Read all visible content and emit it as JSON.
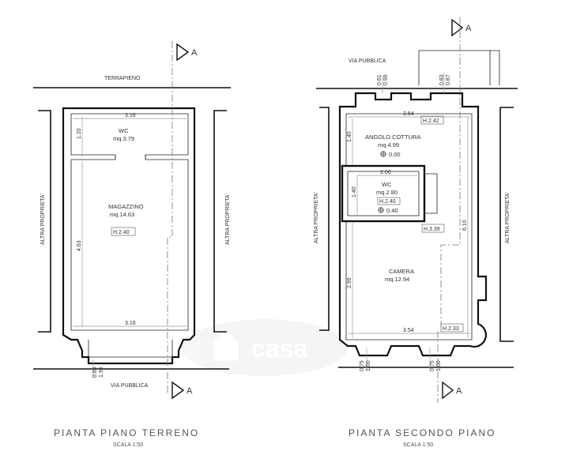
{
  "ground_floor": {
    "title": "PIANTA  PIANO  TERRENO",
    "scale": "SCALA 1:50",
    "terrapieno": "TERRAPIENO",
    "via_pubblica": "VIA PUBBLICA",
    "altra_left": "ALTRA PROPRIETA'",
    "altra_right": "ALTRA PROPRIETA'",
    "wc_name": "WC",
    "wc_area": "mq.3.79",
    "mag_name": "MAGAZZINO",
    "mag_area": "mq.14.63",
    "mag_height": "H.2.40",
    "dim_top": "3.16",
    "dim_bottom": "3.16",
    "dim_wc_v": "1.20",
    "dim_mag_v": "4.63",
    "dim_door_a": "0.88",
    "dim_door_b": "1.90",
    "section_label": "A"
  },
  "second_floor": {
    "title": "PIANTA  SECONDO  PIANO",
    "scale": "SCALA 1:50",
    "via_pubblica": "VIA PUBBLICA",
    "altra_left": "ALTRA PROPRIETA'",
    "altra_right": "ALTRA PROPRIETA'",
    "cottura_name": "ANGOLO COTTURA",
    "cottura_area": "mq.4.99",
    "cottura_level": "0.00",
    "wc_name": "WC",
    "wc_area": "mq.2.80",
    "wc_level": "0.40",
    "wc_width": "2.00",
    "wc_height_v": "1.40",
    "wc_h": "H.2.40",
    "camera_name": "CAMERA",
    "camera_area": "mq.12.94",
    "dim_top": "3.54",
    "dim_bottom": "3.54",
    "h_top": "H.2.42",
    "h_mid": "H.3.39",
    "h_bottom": "H.2.33",
    "dim_v_cottura": "1.40",
    "dim_v_camera": "2.99",
    "dim_v_total": "6.10",
    "dim_win1_a": "0.61",
    "dim_win1_b": "0.99",
    "dim_win2_a": "0.83",
    "dim_win2_b": "0.87",
    "dim_bot1_a": "0.75",
    "dim_bot1_b": "1.00",
    "dim_bot2_a": "0.75",
    "dim_bot2_b": "1.00",
    "section_label": "A"
  },
  "watermark": "casa"
}
